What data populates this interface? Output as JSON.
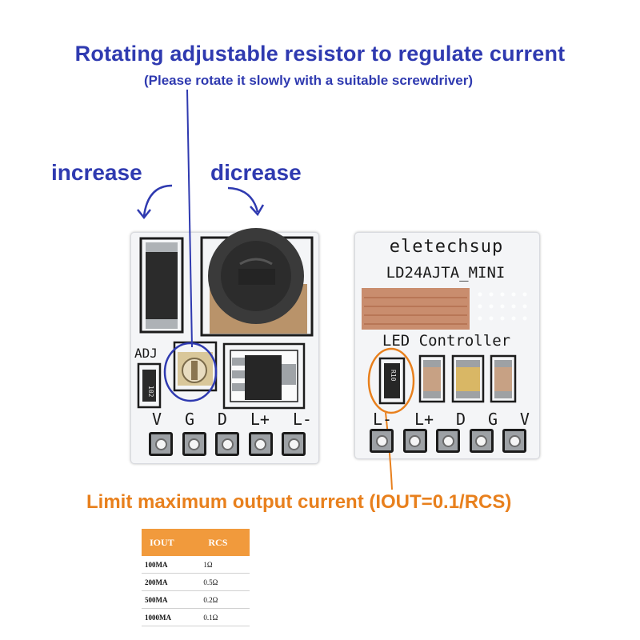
{
  "headline": "Rotating adjustable resistor to regulate current",
  "subline": "(Please rotate it slowly with a suitable screwdriver)",
  "increase_label": "increase",
  "decrease_label": "dicrease",
  "left_board": {
    "adj_label": "ADJ",
    "pins": [
      "V",
      "G",
      "D",
      "L+",
      "L-"
    ]
  },
  "right_board": {
    "brand": "eletechsup",
    "model": "LD24AJTA_MINI",
    "caption": "LED Controller",
    "resistor_code": "R10",
    "pins": [
      "L-",
      "L+",
      "D",
      "G",
      "V"
    ]
  },
  "limit_text": "Limit maximum output current (IOUT=0.1/RCS)",
  "table": {
    "headers": [
      "IOUT",
      "RCS"
    ],
    "rows": [
      [
        "100MA",
        "1Ω"
      ],
      [
        "200MA",
        "0.5Ω"
      ],
      [
        "500MA",
        "0.2Ω"
      ],
      [
        "1000MA",
        "0.1Ω"
      ]
    ]
  },
  "colors": {
    "annotation_blue": "#2f3ab0",
    "annotation_orange": "#e8801d",
    "table_header": "#f19a3c"
  }
}
